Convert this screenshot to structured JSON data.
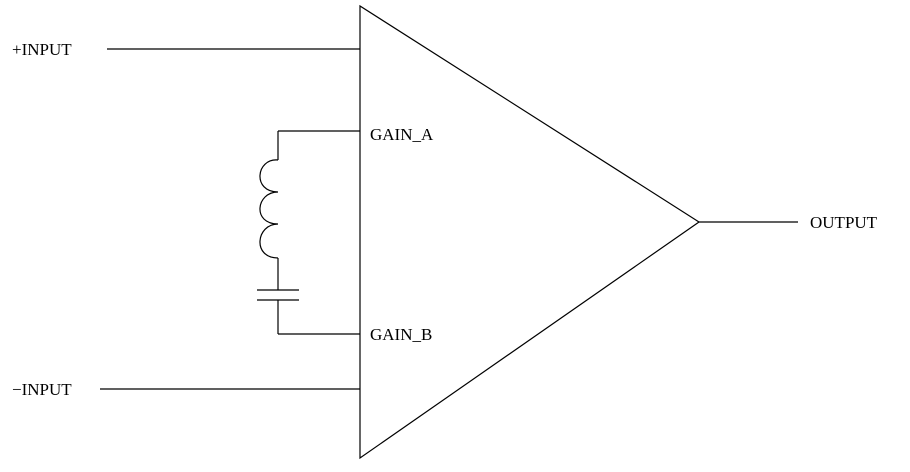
{
  "labels": {
    "plus_input": "+INPUT",
    "minus_input": "−INPUT",
    "gain_a": "GAIN_A",
    "gain_b": "GAIN_B",
    "output": "OUTPUT"
  },
  "components": {
    "amplifier": "triangle-amplifier",
    "inductor": "inductor-coil",
    "capacitor": "capacitor"
  },
  "colors": {
    "stroke": "#000000",
    "background": "#ffffff"
  }
}
